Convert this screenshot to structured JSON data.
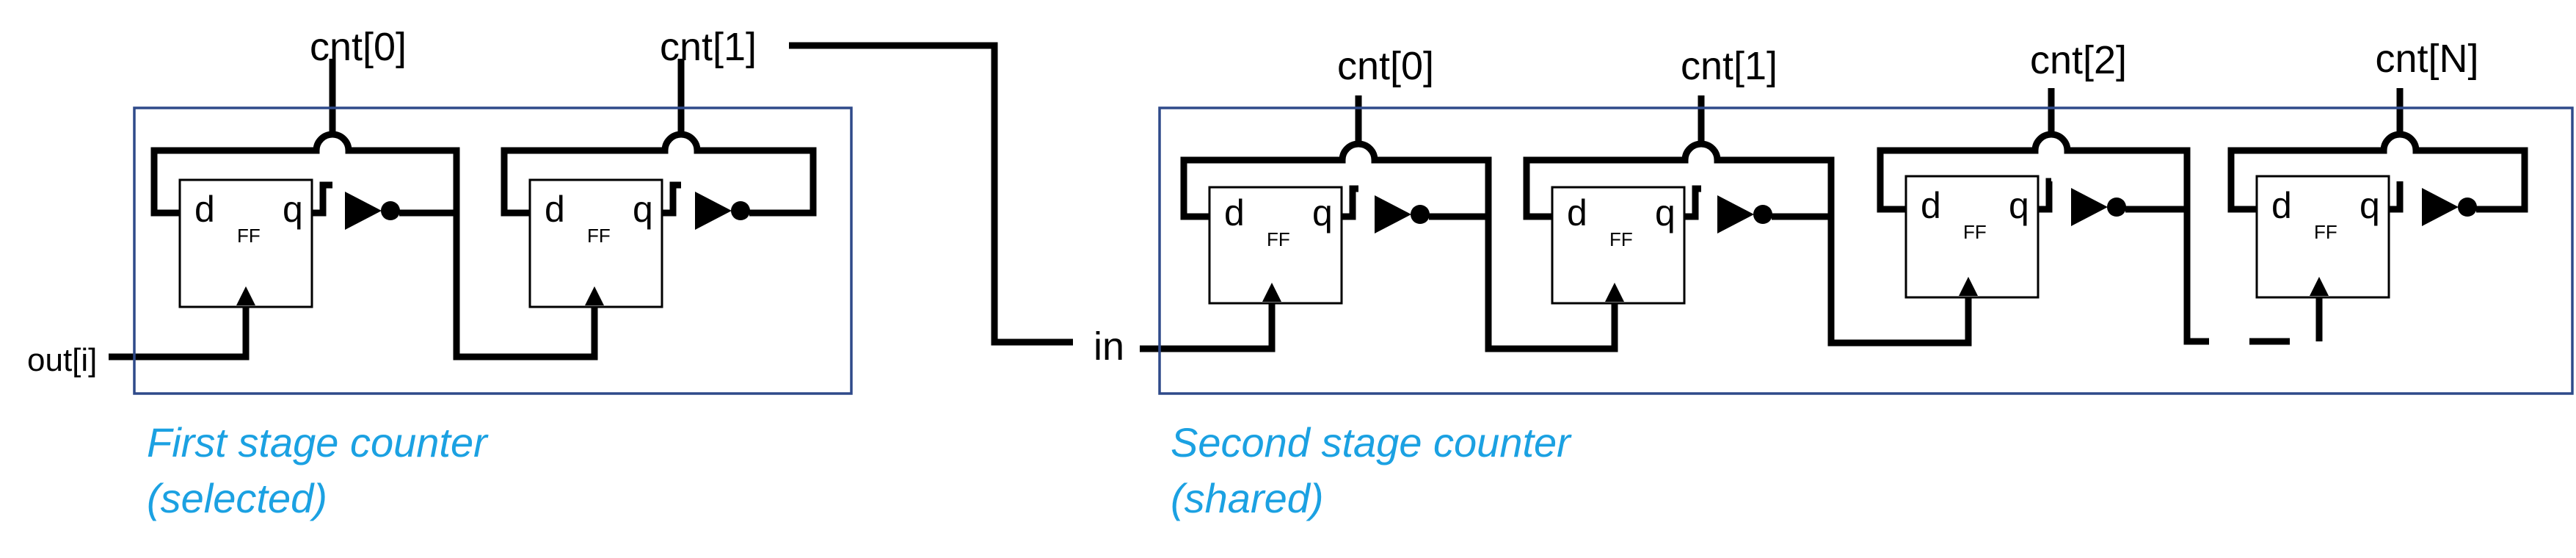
{
  "stage1": {
    "input_label": "out[i]",
    "outputs": [
      "cnt[0]",
      "cnt[1]"
    ],
    "caption": [
      "First stage counter",
      "(selected)"
    ]
  },
  "stage2": {
    "input_label": "in",
    "outputs": [
      "cnt[0]",
      "cnt[1]",
      "cnt[2]",
      "cnt[N]"
    ],
    "caption": [
      "Second stage counter",
      "(shared)"
    ]
  },
  "flipflop": {
    "d_label": "d",
    "q_label": "q",
    "ff_label": "FF"
  },
  "colors": {
    "caption": "#1ba1e2",
    "box": "#2f4a8a",
    "wire": "#000000"
  }
}
